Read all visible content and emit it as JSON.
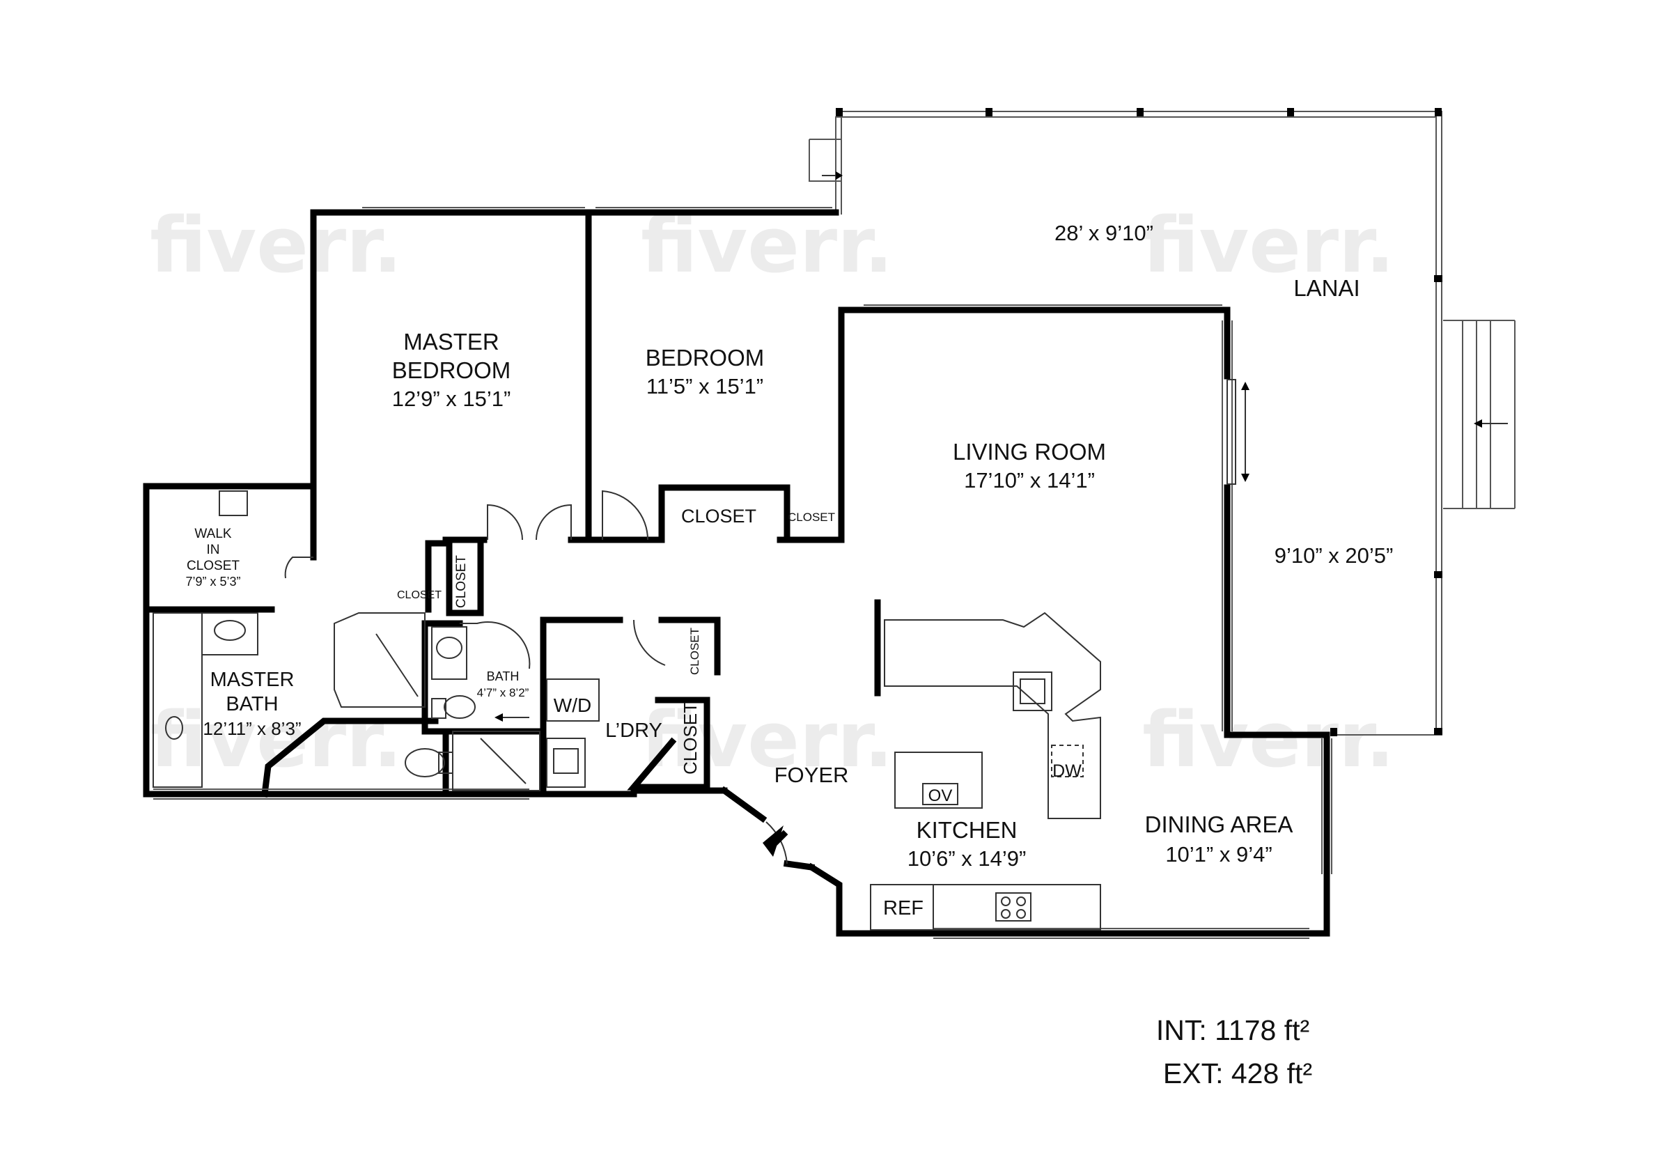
{
  "watermark": "fiverr.",
  "rooms": {
    "lanai_top": {
      "dims": "28’ x 9’10”"
    },
    "lanai": {
      "name": "LANAI",
      "dims": "9’10” x 20’5”"
    },
    "master_bedroom": {
      "name_line1": "MASTER",
      "name_line2": "BEDROOM",
      "dims": "12’9” x 15’1”"
    },
    "bedroom": {
      "name": "BEDROOM",
      "dims": "11’5” x 15’1”"
    },
    "living_room": {
      "name": "LIVING ROOM",
      "dims": "17’10” x 14’1”"
    },
    "walk_in_closet": {
      "line1": "WALK",
      "line2": "IN",
      "line3": "CLOSET",
      "dims": "7’9” x 5’3”"
    },
    "master_bath": {
      "name_line1": "MASTER",
      "name_line2": "BATH",
      "dims": "12’11” x 8’3”"
    },
    "bath": {
      "name": "BATH",
      "dims": "4’7” x 8’2”"
    },
    "laundry": {
      "name": "L’DRY",
      "wd": "W/D"
    },
    "foyer": {
      "name": "FOYER"
    },
    "kitchen": {
      "name": "KITCHEN",
      "dims": "10’6” x 14’9”",
      "oven": "OV",
      "dishwasher": "DW",
      "fridge": "REF"
    },
    "dining_area": {
      "name": "DINING AREA",
      "dims": "10’1” x 9’4”"
    }
  },
  "closets": {
    "bedroom_closet_large": "CLOSET",
    "bedroom_closet_small": "CLOSET",
    "hall_closet_diag": "CLOSET",
    "hall_closet_vertical": "CLOSET",
    "laundry_closet_upper": "CLOSET",
    "laundry_closet_lower": "CLOSET"
  },
  "area": {
    "interior": "INT: 1178 ft²",
    "exterior": "EXT: 428 ft²"
  }
}
